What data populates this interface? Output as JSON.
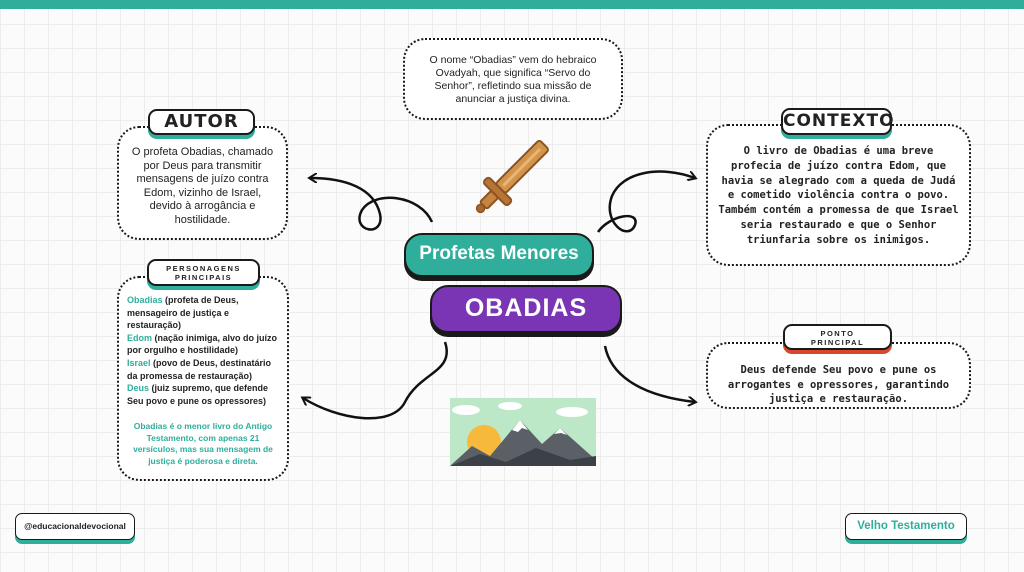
{
  "center": {
    "subtitle": "Profetas Menores",
    "title": "OBADIAS"
  },
  "meaning_card": {
    "text": "O nome “Obadias” vem do hebraico Ovadyah, que significa “Servo do Senhor”, refletindo sua missão de anunciar a justiça divina."
  },
  "autor": {
    "label": "AUTOR",
    "text": "O profeta Obadias, chamado por Deus para transmitir mensagens de juízo contra Edom, vizinho de Israel, devido à arrogância e hostilidade."
  },
  "contexto": {
    "label": "CONTEXTO",
    "text": "O livro de Obadias é uma breve profecia de juízo contra Edom, que havia se alegrado com a queda de Judá e cometido violência contra o povo. Também contém a promessa de que Israel seria restaurado e que o Senhor triunfaria sobre os inimigos."
  },
  "personagens": {
    "label_line1": "PERSONAGENS",
    "label_line2": "PRINCIPAIS",
    "items": [
      {
        "name": "Obadias",
        "desc": " (profeta de Deus, mensageiro de justiça e restauração)"
      },
      {
        "name": "Edom",
        "desc": " (nação inimiga, alvo do juízo por orgulho e hostilidade)"
      },
      {
        "name": "Israel",
        "desc": " (povo de Deus, destinatário da promessa de restauração)"
      },
      {
        "name": "Deus",
        "desc": " (juiz supremo, que defende Seu povo e pune os opressores)"
      }
    ],
    "note": "Obadias é o menor livro do Antigo Testamento, com apenas 21 versículos, mas sua mensagem de justiça é poderosa e direta."
  },
  "ponto": {
    "label_line1": "PONTO",
    "label_line2": "PRINCIPAL",
    "text": "Deus defende Seu povo e pune os arrogantes e opressores, garantindo justiça e restauração."
  },
  "footer": {
    "handle": "@educacionaldevocional",
    "section": "Velho Testamento"
  },
  "colors": {
    "teal": "#2fae9c",
    "purple": "#7a35b5",
    "red": "#d8472b"
  },
  "icons": {
    "top": "wooden-sword-icon",
    "bottom": "mountain-sunrise-icon"
  }
}
